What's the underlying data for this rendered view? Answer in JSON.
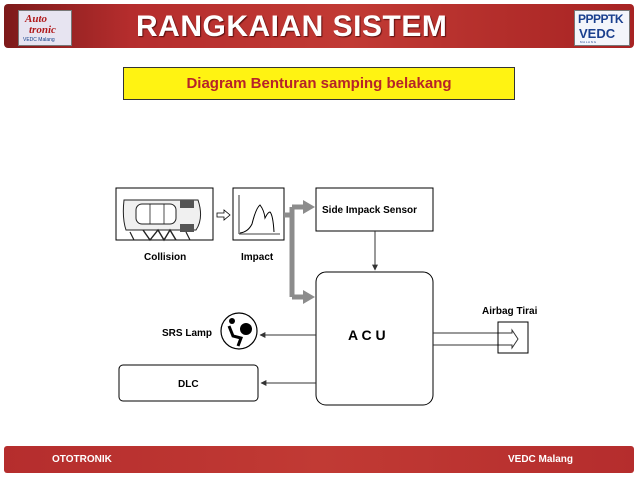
{
  "header": {
    "title": "RANGKAIAN SISTEM",
    "logo_left": {
      "line1": "Auto",
      "line2": "tronic",
      "line3": "VEDC Malang"
    },
    "logo_right": {
      "line1": "PPPPTK",
      "line2": "VEDC",
      "line3": "M A L A N G"
    }
  },
  "subtitle": "Diagram Benturan samping belakang",
  "diagram": {
    "collision_label": "Collision",
    "impact_label": "Impact",
    "sensor_label": "Side Impack Sensor",
    "acu_label": "A C U",
    "srs_lamp_label": "SRS Lamp",
    "dlc_label": "DLC",
    "airbag_label": "Airbag Tirai"
  },
  "footer": {
    "left": "OTOTRONIK",
    "right": "VEDC Malang"
  }
}
